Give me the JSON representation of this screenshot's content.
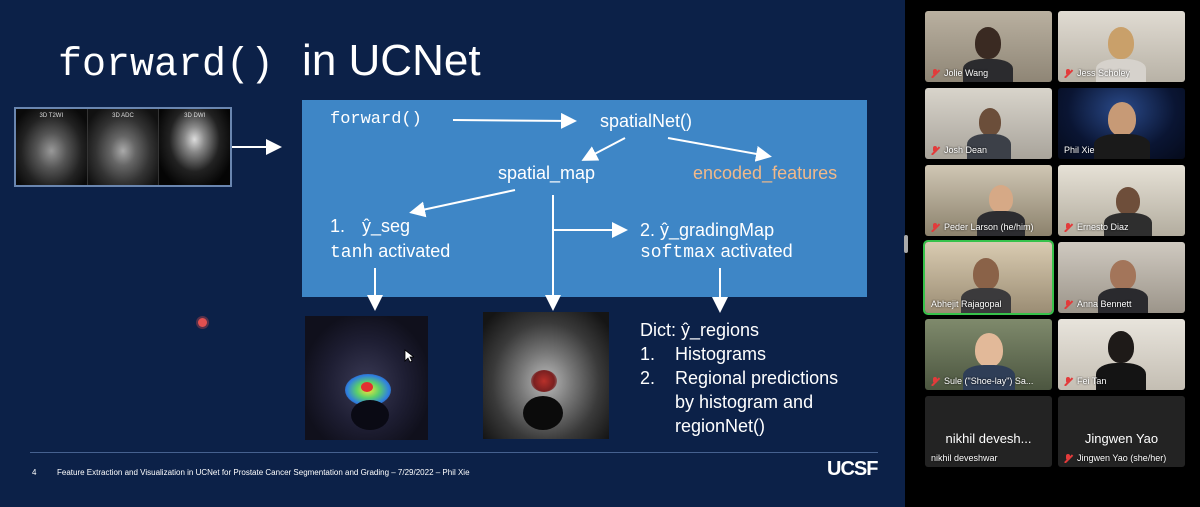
{
  "slide": {
    "title_mono": "forward()",
    "title_text": "in UCNet",
    "mri_labels": [
      "3D T2WI",
      "3D ADC",
      "3D DWI"
    ],
    "diagram": {
      "forward": "forward()",
      "spatialnet": "spatialNet()",
      "spatial_map": "spatial_map",
      "encoded_features": "encoded_features",
      "seg_num": "1.",
      "seg_label": "ŷ_seg",
      "seg_act_mono": "tanh",
      "seg_act_text": "activated",
      "grading_num": "2.",
      "grading_label": "ŷ_gradingMap",
      "grading_act_mono": "softmax",
      "grading_act_text": "activated"
    },
    "dict": {
      "heading": "Dict: ŷ_regions",
      "items": [
        {
          "num": "1.",
          "text": "Histograms"
        },
        {
          "num": "2.",
          "text": "Regional predictions"
        },
        {
          "num": "",
          "text": "by histogram and"
        },
        {
          "num": "",
          "text": "regionNet()"
        }
      ]
    },
    "footer": {
      "page": "4",
      "text": "Feature Extraction and Visualization in UCNet for Prostate Cancer Segmentation and Grading  – 7/29/2022 – Phil Xie"
    },
    "logo": "UCSF"
  },
  "participants": [
    {
      "name": "Jolie Wang",
      "muted": true,
      "video": true
    },
    {
      "name": "Jess Scholey",
      "muted": true,
      "video": true
    },
    {
      "name": "Josh Dean",
      "muted": true,
      "video": true
    },
    {
      "name": "Phil Xie",
      "muted": false,
      "video": true
    },
    {
      "name": "Peder Larson (he/him)",
      "muted": true,
      "video": true
    },
    {
      "name": "Ernesto Diaz",
      "muted": true,
      "video": true
    },
    {
      "name": "Abhejit Rajagopal",
      "muted": false,
      "video": true,
      "active": true
    },
    {
      "name": "Anna Bennett",
      "muted": true,
      "video": true
    },
    {
      "name": "Sule (\"Shoe-lay\") Sa...",
      "muted": true,
      "video": true
    },
    {
      "name": "Fei Tan",
      "muted": true,
      "video": true
    },
    {
      "name": "nikhil deveshwar",
      "display": "nikhil devesh...",
      "muted": false,
      "video": false
    },
    {
      "name": "Jingwen Yao (she/her)",
      "display": "Jingwen Yao",
      "muted": true,
      "video": false
    }
  ],
  "colors": {
    "slide_bg": "#0c2148",
    "diagram_bg": "#3e86c6",
    "accent_orange": "#f0b98a",
    "active_speaker": "#37c24b",
    "muted_icon": "#e23b3b"
  }
}
